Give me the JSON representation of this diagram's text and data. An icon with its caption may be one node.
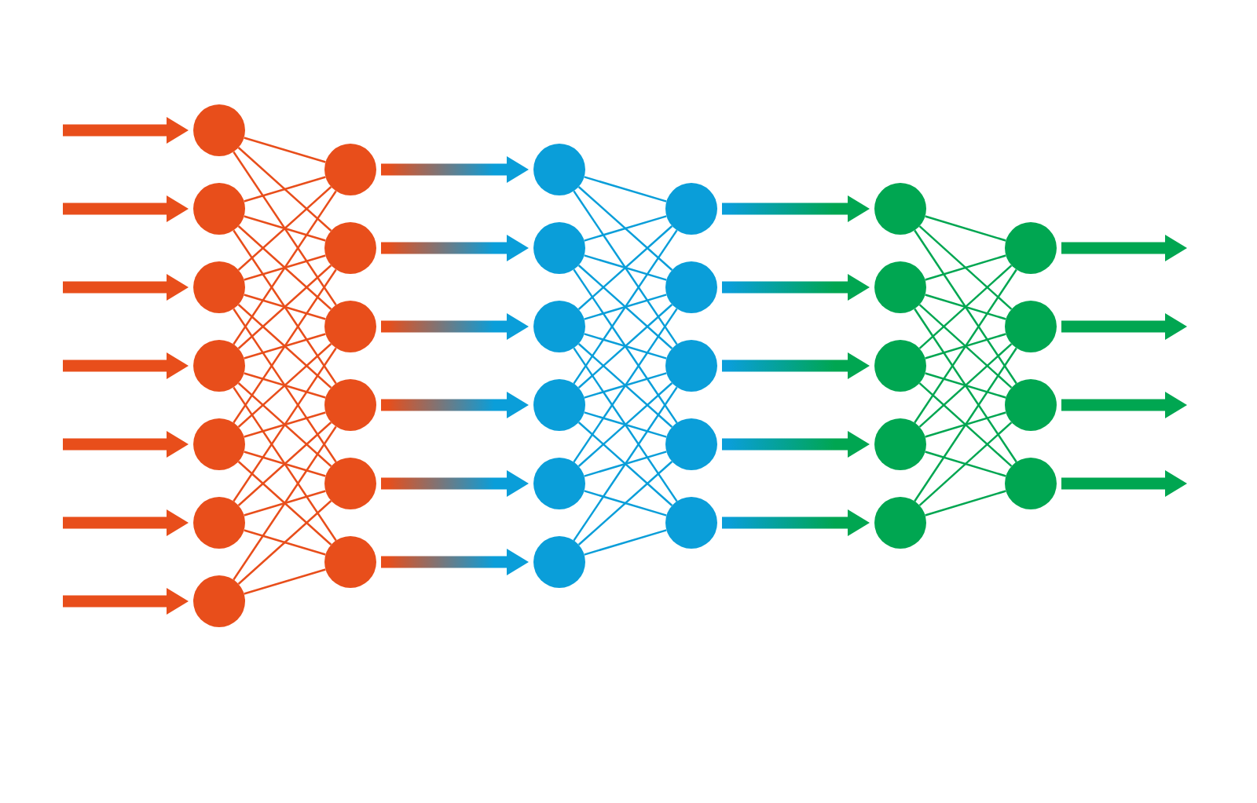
{
  "diagram": {
    "nodes": [
      {
        "text": [],
        "shape": "circle"
      },
      {
        "text": [],
        "shape": "circle"
      },
      {
        "text": [],
        "shape": "circle"
      },
      {
        "text": [],
        "shape": "circle"
      },
      {
        "text": [],
        "shape": "circle"
      },
      {
        "text": [],
        "shape": "circle"
      },
      {
        "text": [],
        "shape": "circle"
      },
      {
        "text": [],
        "shape": "circle"
      },
      {
        "text": [],
        "shape": "circle"
      },
      {
        "text": [],
        "shape": "circle"
      },
      {
        "text": [],
        "shape": "circle"
      },
      {
        "text": [],
        "shape": "circle"
      },
      {
        "text": [],
        "shape": "circle"
      },
      {
        "text": [],
        "shape": "circle"
      },
      {
        "text": [],
        "shape": "circle"
      },
      {
        "text": [],
        "shape": "circle"
      },
      {
        "text": [],
        "shape": "circle"
      },
      {
        "text": [],
        "shape": "circle"
      },
      {
        "text": [],
        "shape": "circle"
      },
      {
        "text": [],
        "shape": "circle"
      },
      {
        "text": [],
        "shape": "circle"
      },
      {
        "text": [],
        "shape": "circle"
      },
      {
        "text": [],
        "shape": "circle"
      },
      {
        "text": [],
        "shape": "circle"
      },
      {
        "text": [],
        "shape": "circle"
      },
      {
        "text": [],
        "shape": "circle"
      },
      {
        "text": [],
        "shape": "circle"
      },
      {
        "text": [],
        "shape": "circle"
      },
      {
        "text": [],
        "shape": "circle"
      },
      {
        "text": [],
        "shape": "circle"
      },
      {
        "text": [],
        "shape": "circle"
      },
      {
        "text": [],
        "shape": "circle"
      },
      {
        "text": [],
        "shape": "circle"
      }
    ],
    "edges": [
      {
        "from": null,
        "to": 0,
        "arrow": "to",
        "style": "thick",
        "color": "#e84e1b"
      },
      {
        "from": null,
        "to": 1,
        "arrow": "to",
        "style": "thick",
        "color": "#e84e1b"
      },
      {
        "from": null,
        "to": 2,
        "arrow": "to",
        "style": "thick",
        "color": "#e84e1b"
      },
      {
        "from": null,
        "to": 3,
        "arrow": "to",
        "style": "thick",
        "color": "#e84e1b"
      },
      {
        "from": null,
        "to": 4,
        "arrow": "to",
        "style": "thick",
        "color": "#e84e1b"
      },
      {
        "from": null,
        "to": 5,
        "arrow": "to",
        "style": "thick",
        "color": "#e84e1b"
      },
      {
        "from": null,
        "to": 6,
        "arrow": "to",
        "style": "thick",
        "color": "#e84e1b"
      },
      {
        "from": 0,
        "to": 7,
        "arrow": "none",
        "color": "#e84e1b"
      },
      {
        "from": 0,
        "to": 8,
        "arrow": "none",
        "color": "#e84e1b"
      },
      {
        "from": 0,
        "to": 9,
        "arrow": "none",
        "color": "#e84e1b"
      },
      {
        "from": 1,
        "to": 7,
        "arrow": "none",
        "color": "#e84e1b"
      },
      {
        "from": 1,
        "to": 8,
        "arrow": "none",
        "color": "#e84e1b"
      },
      {
        "from": 1,
        "to": 9,
        "arrow": "none",
        "color": "#e84e1b"
      },
      {
        "from": 1,
        "to": 10,
        "arrow": "none",
        "color": "#e84e1b"
      },
      {
        "from": 2,
        "to": 7,
        "arrow": "none",
        "color": "#e84e1b"
      },
      {
        "from": 2,
        "to": 8,
        "arrow": "none",
        "color": "#e84e1b"
      },
      {
        "from": 2,
        "to": 9,
        "arrow": "none",
        "color": "#e84e1b"
      },
      {
        "from": 2,
        "to": 10,
        "arrow": "none",
        "color": "#e84e1b"
      },
      {
        "from": 2,
        "to": 11,
        "arrow": "none",
        "color": "#e84e1b"
      },
      {
        "from": 3,
        "to": 7,
        "arrow": "none",
        "color": "#e84e1b"
      },
      {
        "from": 3,
        "to": 8,
        "arrow": "none",
        "color": "#e84e1b"
      },
      {
        "from": 3,
        "to": 9,
        "arrow": "none",
        "color": "#e84e1b"
      },
      {
        "from": 3,
        "to": 10,
        "arrow": "none",
        "color": "#e84e1b"
      },
      {
        "from": 3,
        "to": 11,
        "arrow": "none",
        "color": "#e84e1b"
      },
      {
        "from": 3,
        "to": 12,
        "arrow": "none",
        "color": "#e84e1b"
      },
      {
        "from": 4,
        "to": 8,
        "arrow": "none",
        "color": "#e84e1b"
      },
      {
        "from": 4,
        "to": 9,
        "arrow": "none",
        "color": "#e84e1b"
      },
      {
        "from": 4,
        "to": 10,
        "arrow": "none",
        "color": "#e84e1b"
      },
      {
        "from": 4,
        "to": 11,
        "arrow": "none",
        "color": "#e84e1b"
      },
      {
        "from": 4,
        "to": 12,
        "arrow": "none",
        "color": "#e84e1b"
      },
      {
        "from": 5,
        "to": 9,
        "arrow": "none",
        "color": "#e84e1b"
      },
      {
        "from": 5,
        "to": 10,
        "arrow": "none",
        "color": "#e84e1b"
      },
      {
        "from": 5,
        "to": 11,
        "arrow": "none",
        "color": "#e84e1b"
      },
      {
        "from": 5,
        "to": 12,
        "arrow": "none",
        "color": "#e84e1b"
      },
      {
        "from": 6,
        "to": 10,
        "arrow": "none",
        "color": "#e84e1b"
      },
      {
        "from": 6,
        "to": 11,
        "arrow": "none",
        "color": "#e84e1b"
      },
      {
        "from": 6,
        "to": 12,
        "arrow": "none",
        "color": "#e84e1b"
      },
      {
        "from": 7,
        "to": 13,
        "arrow": "to",
        "style": "thick"
      },
      {
        "from": 8,
        "to": 14,
        "arrow": "to",
        "style": "thick"
      },
      {
        "from": 9,
        "to": 15,
        "arrow": "to",
        "style": "thick"
      },
      {
        "from": 10,
        "to": 16,
        "arrow": "to",
        "style": "thick"
      },
      {
        "from": 11,
        "to": 17,
        "arrow": "to",
        "style": "thick"
      },
      {
        "from": 12,
        "to": 18,
        "arrow": "to",
        "style": "thick"
      },
      {
        "from": 13,
        "to": 19,
        "arrow": "none",
        "color": "#0a9ed9"
      },
      {
        "from": 13,
        "to": 20,
        "arrow": "none",
        "color": "#0a9ed9"
      },
      {
        "from": 13,
        "to": 21,
        "arrow": "none",
        "color": "#0a9ed9"
      },
      {
        "from": 14,
        "to": 19,
        "arrow": "none",
        "color": "#0a9ed9"
      },
      {
        "from": 14,
        "to": 20,
        "arrow": "none",
        "color": "#0a9ed9"
      },
      {
        "from": 14,
        "to": 21,
        "arrow": "none",
        "color": "#0a9ed9"
      },
      {
        "from": 14,
        "to": 22,
        "arrow": "none",
        "color": "#0a9ed9"
      },
      {
        "from": 15,
        "to": 19,
        "arrow": "none",
        "color": "#0a9ed9"
      },
      {
        "from": 15,
        "to": 20,
        "arrow": "none",
        "color": "#0a9ed9"
      },
      {
        "from": 15,
        "to": 21,
        "arrow": "none",
        "color": "#0a9ed9"
      },
      {
        "from": 15,
        "to": 22,
        "arrow": "none",
        "color": "#0a9ed9"
      },
      {
        "from": 15,
        "to": 23,
        "arrow": "none",
        "color": "#0a9ed9"
      },
      {
        "from": 16,
        "to": 19,
        "arrow": "none",
        "color": "#0a9ed9"
      },
      {
        "from": 16,
        "to": 20,
        "arrow": "none",
        "color": "#0a9ed9"
      },
      {
        "from": 16,
        "to": 21,
        "arrow": "none",
        "color": "#0a9ed9"
      },
      {
        "from": 16,
        "to": 22,
        "arrow": "none",
        "color": "#0a9ed9"
      },
      {
        "from": 16,
        "to": 23,
        "arrow": "none",
        "color": "#0a9ed9"
      },
      {
        "from": 17,
        "to": 20,
        "arrow": "none",
        "color": "#0a9ed9"
      },
      {
        "from": 17,
        "to": 21,
        "arrow": "none",
        "color": "#0a9ed9"
      },
      {
        "from": 17,
        "to": 22,
        "arrow": "none",
        "color": "#0a9ed9"
      },
      {
        "from": 17,
        "to": 23,
        "arrow": "none",
        "color": "#0a9ed9"
      },
      {
        "from": 18,
        "to": 21,
        "arrow": "none",
        "color": "#0a9ed9"
      },
      {
        "from": 18,
        "to": 22,
        "arrow": "none",
        "color": "#0a9ed9"
      },
      {
        "from": 18,
        "to": 23,
        "arrow": "none",
        "color": "#0a9ed9"
      },
      {
        "from": 19,
        "to": 24,
        "arrow": "to",
        "style": "thick"
      },
      {
        "from": 20,
        "to": 25,
        "arrow": "to",
        "style": "thick"
      },
      {
        "from": 21,
        "to": 26,
        "arrow": "to",
        "style": "thick"
      },
      {
        "from": 22,
        "to": 27,
        "arrow": "to",
        "style": "thick"
      },
      {
        "from": 23,
        "to": 28,
        "arrow": "to",
        "style": "thick"
      },
      {
        "from": 24,
        "to": 29,
        "arrow": "none",
        "color": "#00a651"
      },
      {
        "from": 24,
        "to": 30,
        "arrow": "none",
        "color": "#00a651"
      },
      {
        "from": 24,
        "to": 31,
        "arrow": "none",
        "color": "#00a651"
      },
      {
        "from": 25,
        "to": 29,
        "arrow": "none",
        "color": "#00a651"
      },
      {
        "from": 25,
        "to": 30,
        "arrow": "none",
        "color": "#00a651"
      },
      {
        "from": 25,
        "to": 31,
        "arrow": "none",
        "color": "#00a651"
      },
      {
        "from": 25,
        "to": 32,
        "arrow": "none",
        "color": "#00a651"
      },
      {
        "from": 26,
        "to": 29,
        "arrow": "none",
        "color": "#00a651"
      },
      {
        "from": 26,
        "to": 30,
        "arrow": "none",
        "color": "#00a651"
      },
      {
        "from": 26,
        "to": 31,
        "arrow": "none",
        "color": "#00a651"
      },
      {
        "from": 26,
        "to": 32,
        "arrow": "none",
        "color": "#00a651"
      },
      {
        "from": 27,
        "to": 29,
        "arrow": "none",
        "color": "#00a651"
      },
      {
        "from": 27,
        "to": 30,
        "arrow": "none",
        "color": "#00a651"
      },
      {
        "from": 27,
        "to": 31,
        "arrow": "none",
        "color": "#00a651"
      },
      {
        "from": 27,
        "to": 32,
        "arrow": "none",
        "color": "#00a651"
      },
      {
        "from": 28,
        "to": 30,
        "arrow": "none",
        "color": "#00a651"
      },
      {
        "from": 28,
        "to": 31,
        "arrow": "none",
        "color": "#00a651"
      },
      {
        "from": 28,
        "to": 32,
        "arrow": "none",
        "color": "#00a651"
      },
      {
        "from": 29,
        "to": null,
        "arrow": "to",
        "style": "thick",
        "color": "#00a651"
      },
      {
        "from": 30,
        "to": null,
        "arrow": "to",
        "style": "thick",
        "color": "#00a651"
      },
      {
        "from": 31,
        "to": null,
        "arrow": "to",
        "style": "thick",
        "color": "#00a651"
      },
      {
        "from": 32,
        "to": null,
        "arrow": "to",
        "style": "thick",
        "color": "#00a651"
      }
    ]
  }
}
